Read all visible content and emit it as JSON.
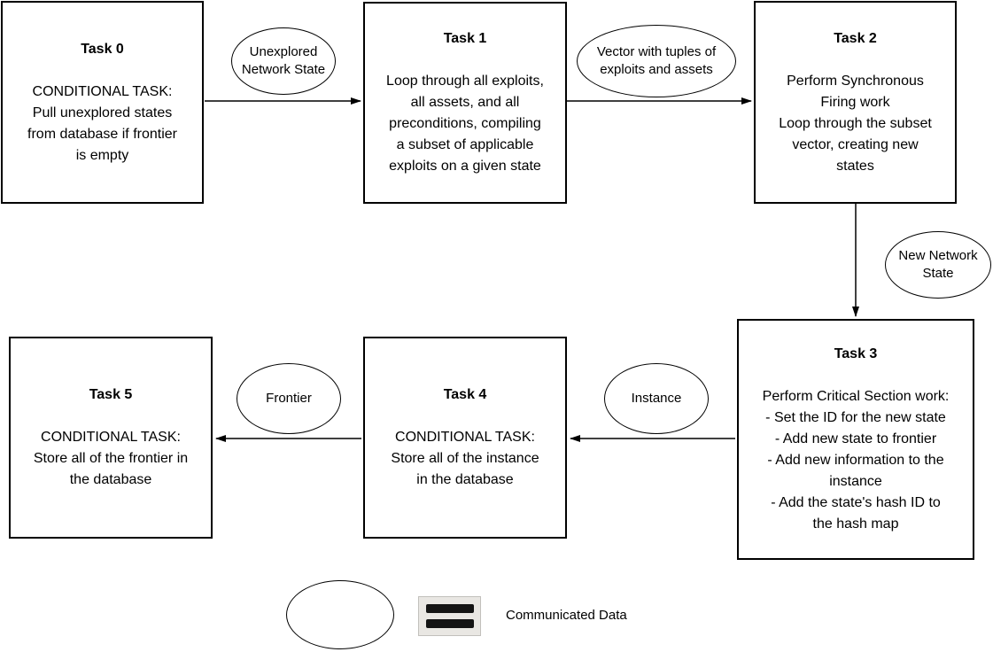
{
  "tasks": [
    {
      "title": "Task 0",
      "body": "CONDITIONAL TASK:\nPull unexplored states\nfrom database if frontier\nis empty"
    },
    {
      "title": "Task 1",
      "body": "Loop through all exploits,\nall assets, and all\npreconditions, compiling\na subset of applicable\nexploits on a given state"
    },
    {
      "title": "Task 2",
      "body": "Perform Synchronous\nFiring work\nLoop through the subset\nvector, creating new\nstates"
    },
    {
      "title": "Task 3",
      "body": "Perform Critical Section work:\n- Set the ID for the new state\n- Add new state to frontier\n- Add new information to the\ninstance\n- Add the state's hash ID to\nthe hash map"
    },
    {
      "title": "Task 4",
      "body": "CONDITIONAL TASK:\nStore all of the instance\nin the database"
    },
    {
      "title": "Task 5",
      "body": "CONDITIONAL TASK:\nStore all of the frontier in\nthe database"
    }
  ],
  "data_labels": [
    {
      "label": "Unexplored\nNetwork State"
    },
    {
      "label": "Vector with tuples of\nexploits and assets"
    },
    {
      "label": "New Network\nState"
    },
    {
      "label": "Instance"
    },
    {
      "label": "Frontier"
    }
  ],
  "legend": {
    "label": "Communicated Data",
    "icon": "equals-icon"
  },
  "colors": {
    "stroke": "#000000",
    "text": "#000000",
    "background": "#ffffff",
    "legend_icon_bg": "#e9e7e3",
    "legend_icon_bar": "#141414"
  }
}
